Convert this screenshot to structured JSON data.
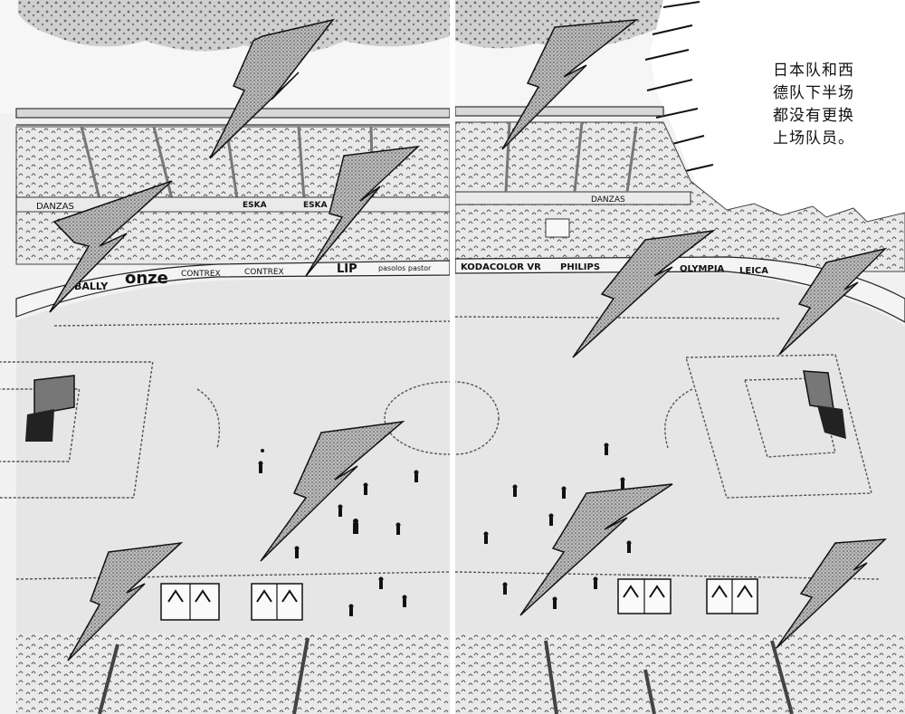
{
  "narration": {
    "text": "日本队和西\n德队下半场\n都没有更换\n上场队员。"
  },
  "ad_boards": {
    "left": [
      "BALLY",
      "onze",
      "CONTREX",
      "CONTREX",
      "LIP",
      "pasolos pastor"
    ],
    "upper_left": [
      "DANZAS",
      "ESKA",
      "ESKA"
    ],
    "right": [
      "KODACOLOR VR",
      "PHILIPS",
      "OLYMPIA",
      "LEICA"
    ],
    "upper_right": [
      "DANZAS"
    ]
  }
}
